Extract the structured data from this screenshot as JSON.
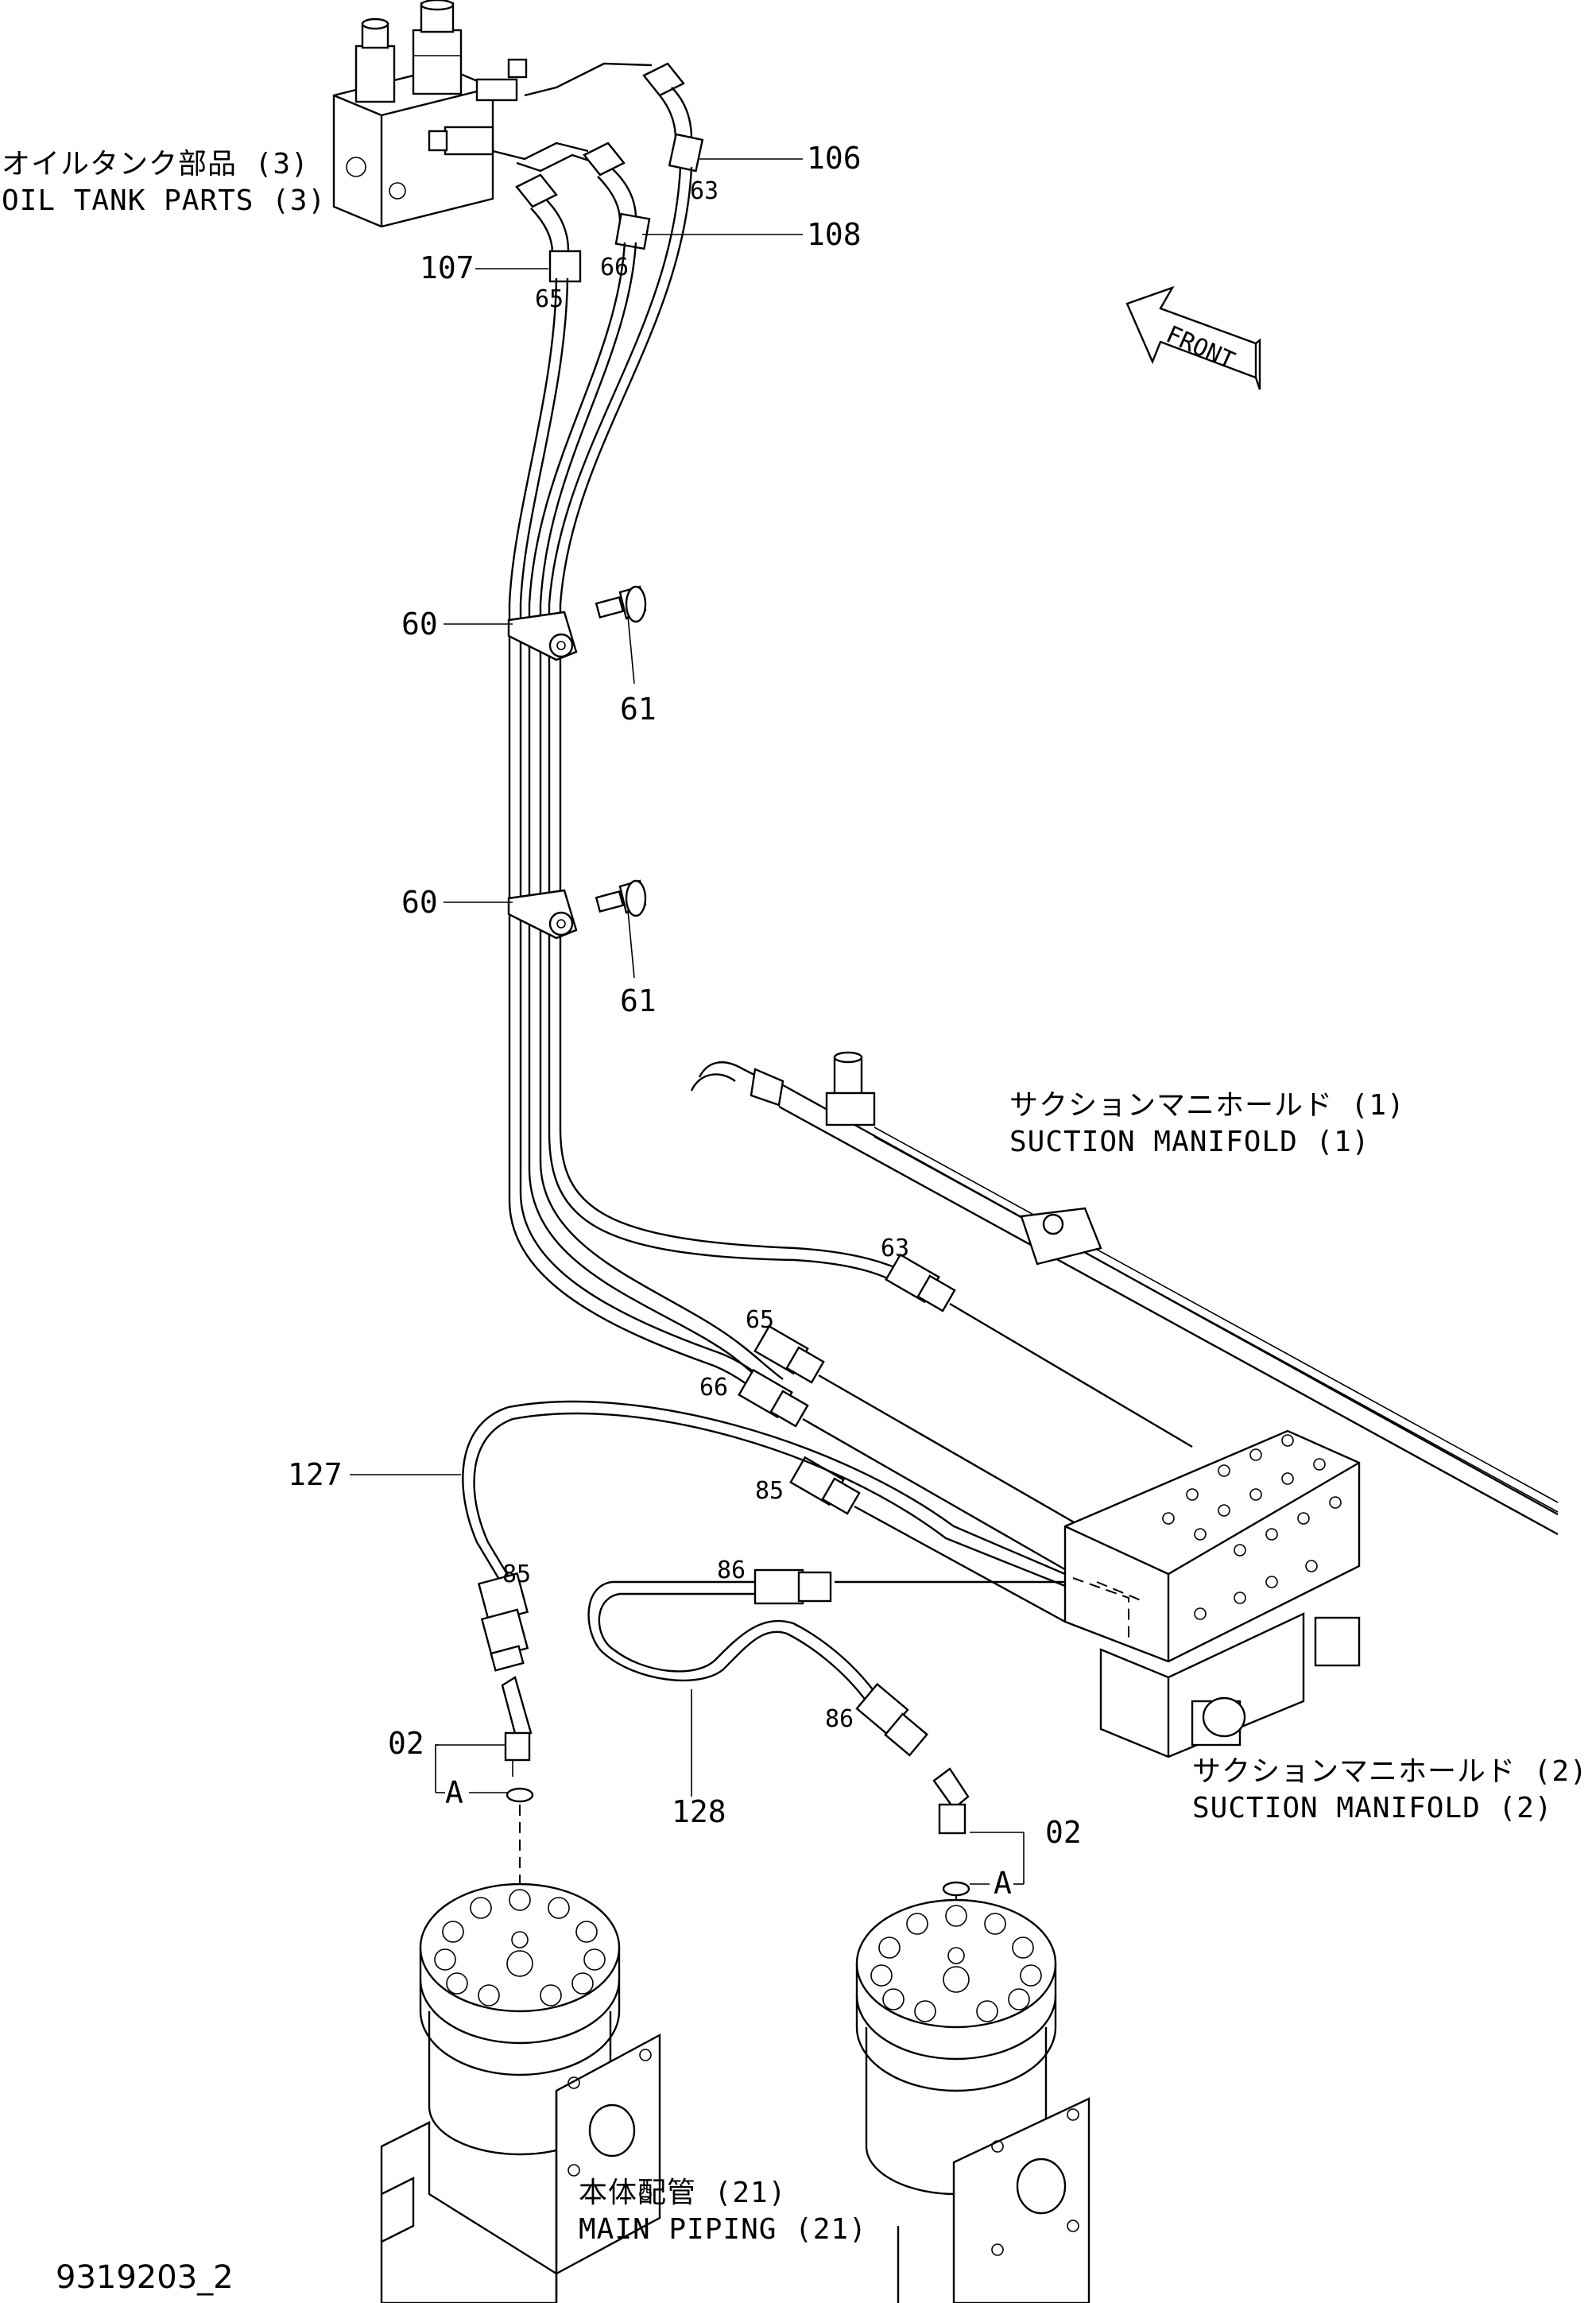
{
  "drawing_number": "9319203_2",
  "direction_marker": "FRONT",
  "assemblies": {
    "oil_tank_parts": {
      "jp": "オイルタンク部品 (3)",
      "en": "OIL  TANK  PARTS  (3)"
    },
    "suction_manifold_1": {
      "jp": "サクションマニホールド (1)",
      "en": "SUCTION  MANIFOLD  (1)"
    },
    "suction_manifold_2": {
      "jp": "サクションマニホールド (2)",
      "en": "SUCTION  MANIFOLD  (2)"
    },
    "main_piping": {
      "jp": "本体配管 (21)",
      "en": "MAIN  PIPING (21)"
    }
  },
  "callouts": {
    "c106": "106",
    "c108": "108",
    "c107": "107",
    "c60_upper": "60",
    "c61_upper": "61",
    "c60_lower": "60",
    "c61_lower": "61",
    "c127": "127",
    "c128": "128",
    "c02_left": "02",
    "c02_right": "02",
    "a_left": "A",
    "a_right": "A"
  },
  "tags": {
    "t63_top": "63",
    "t66_top": "66",
    "t65_top": "65",
    "t63_low": "63",
    "t65_low": "65",
    "t66_low": "66",
    "t85_a": "85",
    "t85_b": "85",
    "t86_a": "86",
    "t86_b": "86"
  }
}
